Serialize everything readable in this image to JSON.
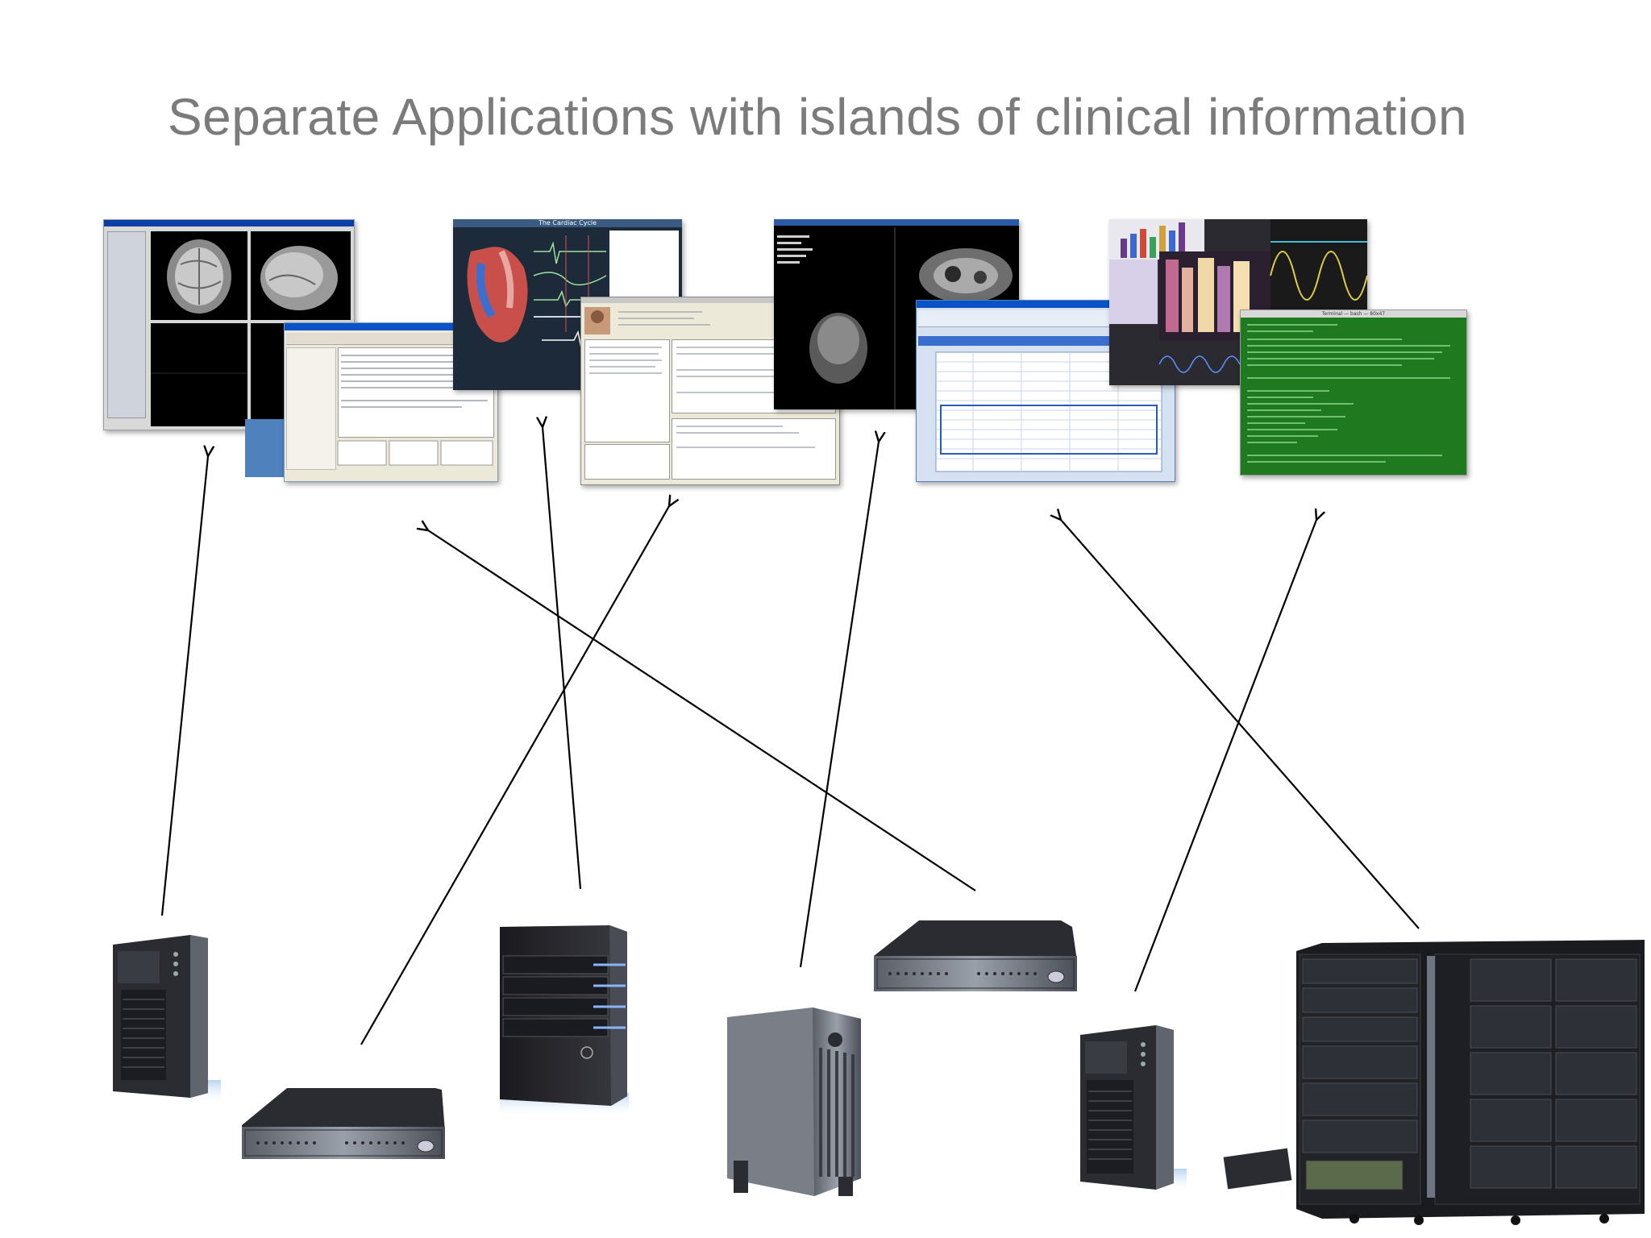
{
  "slide": {
    "title": "Separate Applications with islands of clinical information"
  },
  "screens": {
    "mri_viewer": {
      "icon": "brain-mri-icon"
    },
    "text_editor": {
      "icon": "document-window-icon"
    },
    "cardiac_app": {
      "window_title": "The Cardiac Cycle",
      "icon": "heart-diagram-icon"
    },
    "patient_record": {
      "icon": "patient-record-icon"
    },
    "ct_viewer": {
      "icon": "ct-scan-icon"
    },
    "data_table_app": {
      "icon": "table-window-icon"
    },
    "charts_app": {
      "icon": "bar-chart-icon"
    },
    "terminal": {
      "window_title": "Terminal — bash — 80x47",
      "icon": "terminal-icon"
    }
  },
  "servers": [
    {
      "name": "tower-server-small-left",
      "icon": "tower-server-icon"
    },
    {
      "name": "rack-server-left",
      "icon": "rack-server-icon"
    },
    {
      "name": "hp-media-server",
      "icon": "tower-server-icon"
    },
    {
      "name": "dell-tower-server",
      "icon": "tower-server-icon"
    },
    {
      "name": "rack-server-right",
      "icon": "rack-server-icon"
    },
    {
      "name": "tower-server-small-right",
      "icon": "tower-server-icon"
    },
    {
      "name": "large-cabinet-server",
      "icon": "server-cabinet-icon"
    }
  ],
  "colors": {
    "title": "#7b7b7b",
    "arrow": "#000000",
    "xp_title_bar": "#0a52c8",
    "terminal_bg": "#1f7a1f",
    "accent_box": "#4f81bd"
  }
}
